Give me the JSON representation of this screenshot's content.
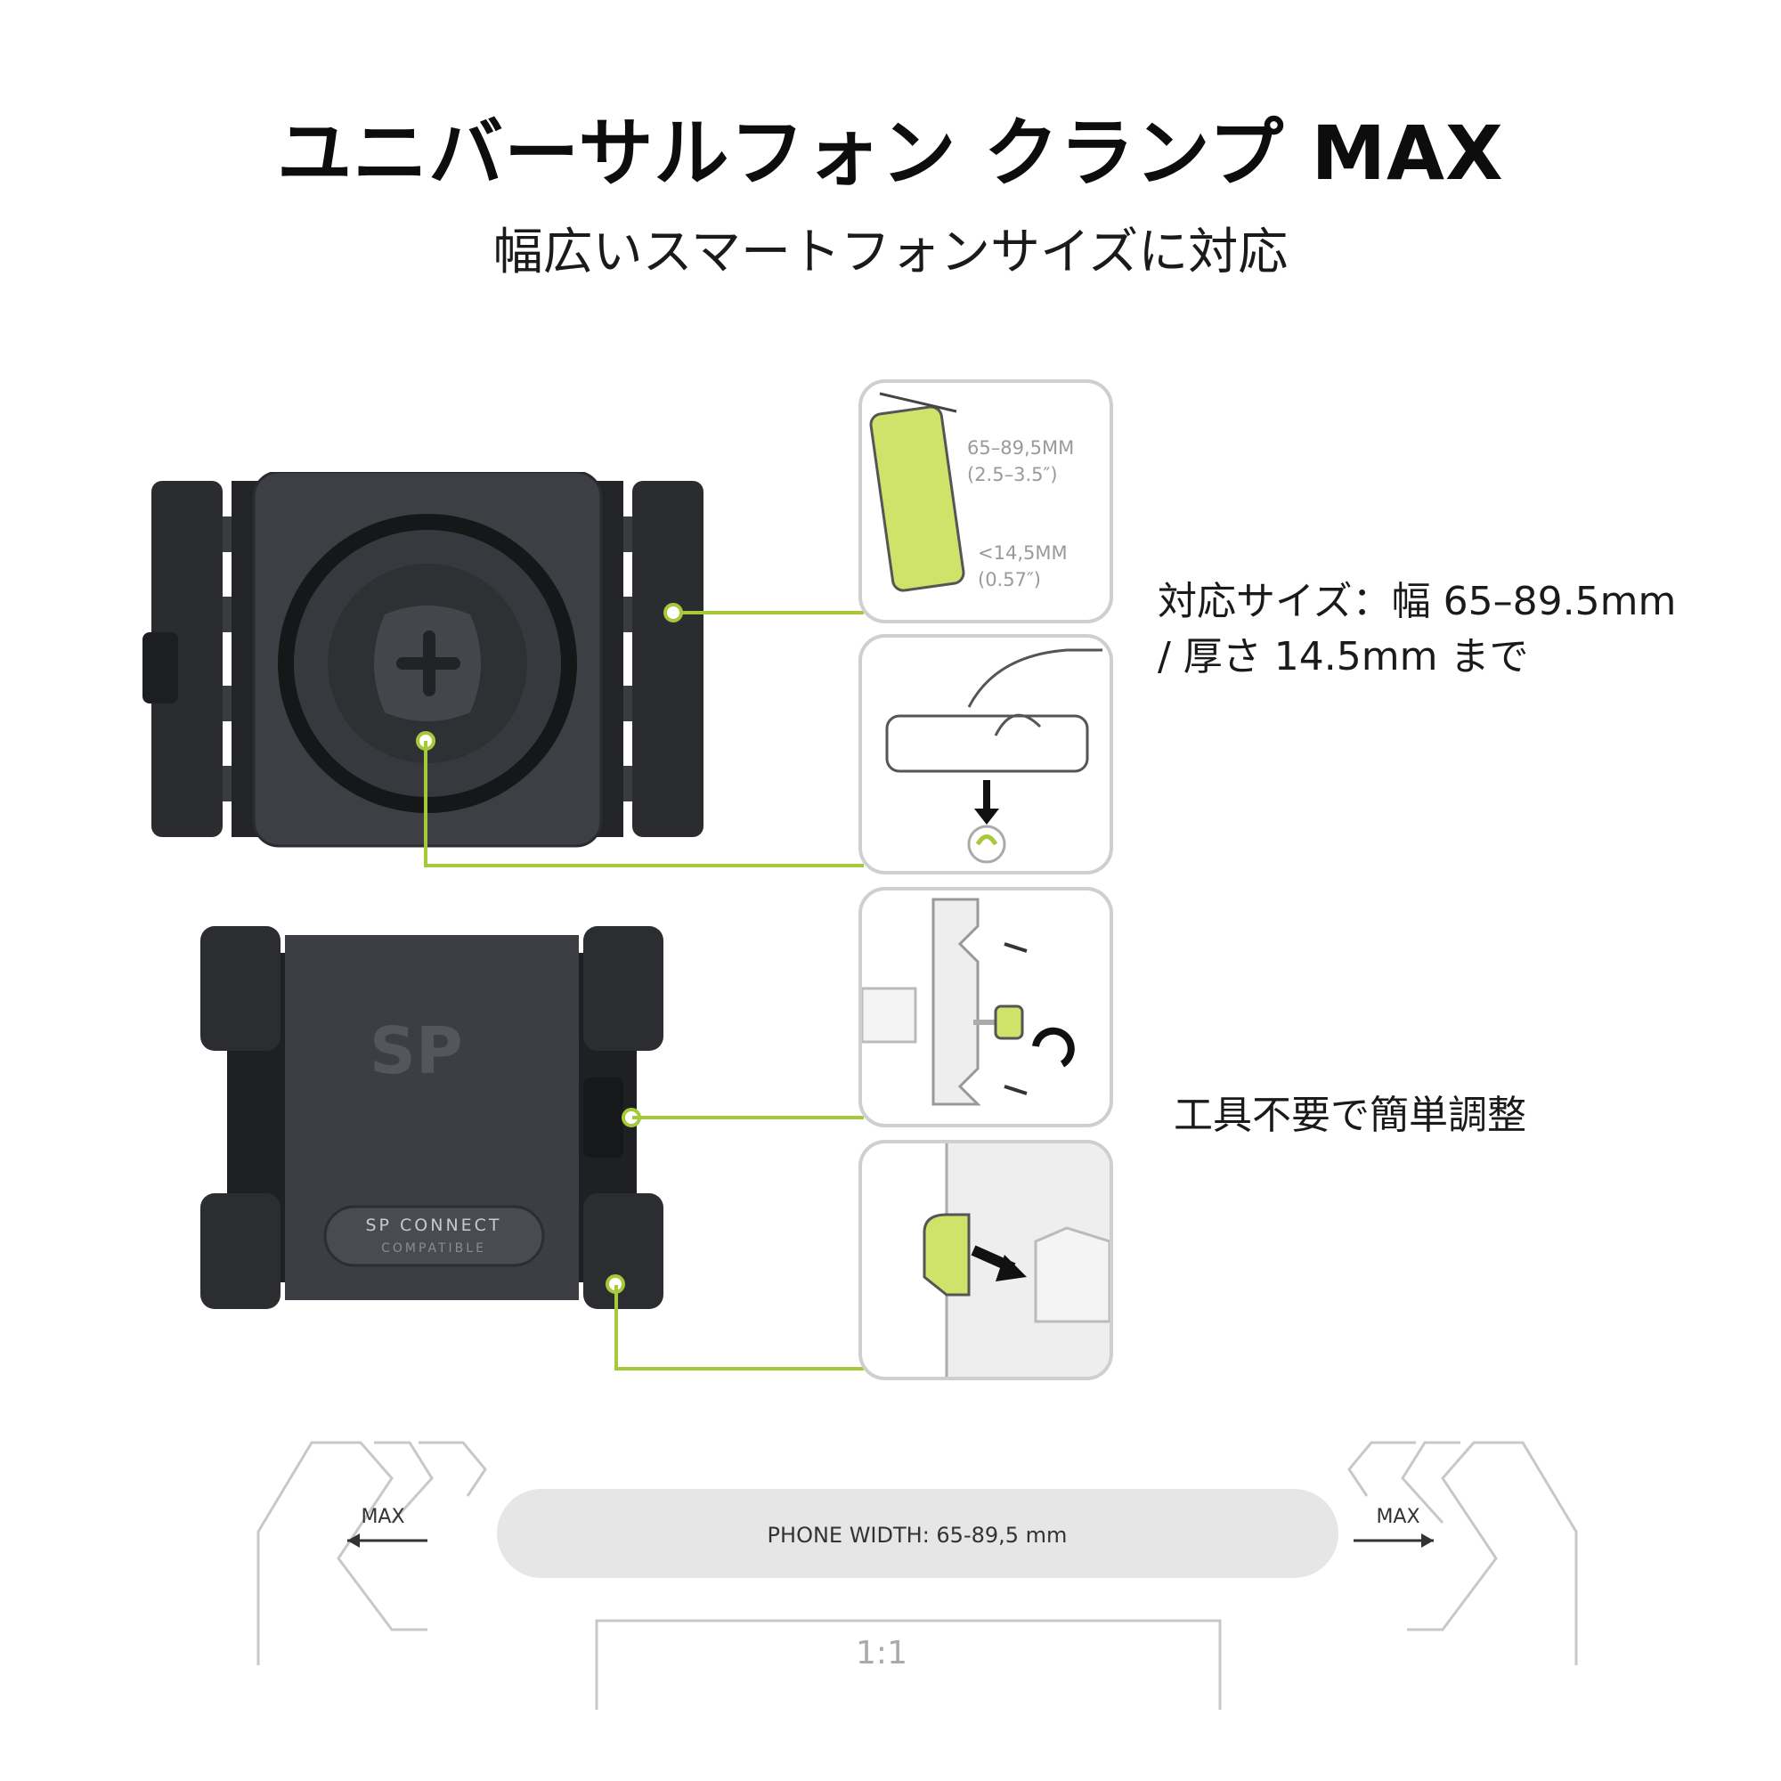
{
  "header": {
    "title": "ユニバーサルフォン クランプ MAX",
    "subtitle": "幅広いスマートフォンサイズに対応"
  },
  "callouts": {
    "size_line1": "対応サイズ：幅 65–89.5mm",
    "size_line2": "/ 厚さ 14.5mm まで",
    "tool_free": "工具不要で簡単調整"
  },
  "panel_size": {
    "width_mm": "65–89,5MM",
    "width_in": "(2.5–3.5″)",
    "thickness_mm": "<14,5MM",
    "thickness_in": "(0.57″)"
  },
  "product_back": {
    "logo": "SP",
    "badge_line1": "SP CONNECT",
    "badge_line2": "COMPATIBLE"
  },
  "diagram": {
    "max_left": "MAX",
    "max_right": "MAX",
    "phone_width": "PHONE WIDTH: 65-89,5 mm",
    "scale": "1:1"
  },
  "colors": {
    "accent": "#a6c93a",
    "lime": "#cfe36b",
    "device": "#2e2f33",
    "outline": "#c8c8c8"
  }
}
